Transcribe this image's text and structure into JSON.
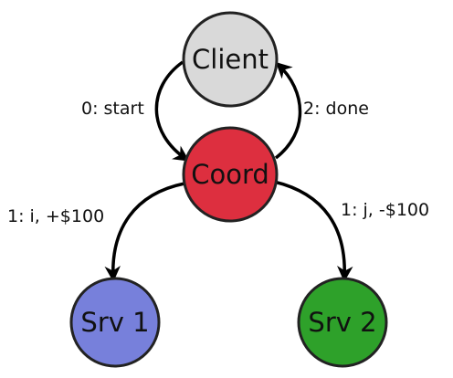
{
  "nodes": {
    "client": {
      "label": "Client",
      "color": "#d9d9d9"
    },
    "coord": {
      "label": "Coord",
      "color": "#dd2f3f"
    },
    "srv1": {
      "label": "Srv 1",
      "color": "#7780db"
    },
    "srv2": {
      "label": "Srv 2",
      "color": "#2ea12a"
    }
  },
  "edges": {
    "start": {
      "label": "0: start"
    },
    "done": {
      "label": "2: done"
    },
    "srv1": {
      "label": "1: i, +$100"
    },
    "srv2": {
      "label": "1: j, -$100"
    }
  },
  "colors": {
    "node_outline": "#222222",
    "arrow": "#000000",
    "text": "#111111"
  }
}
